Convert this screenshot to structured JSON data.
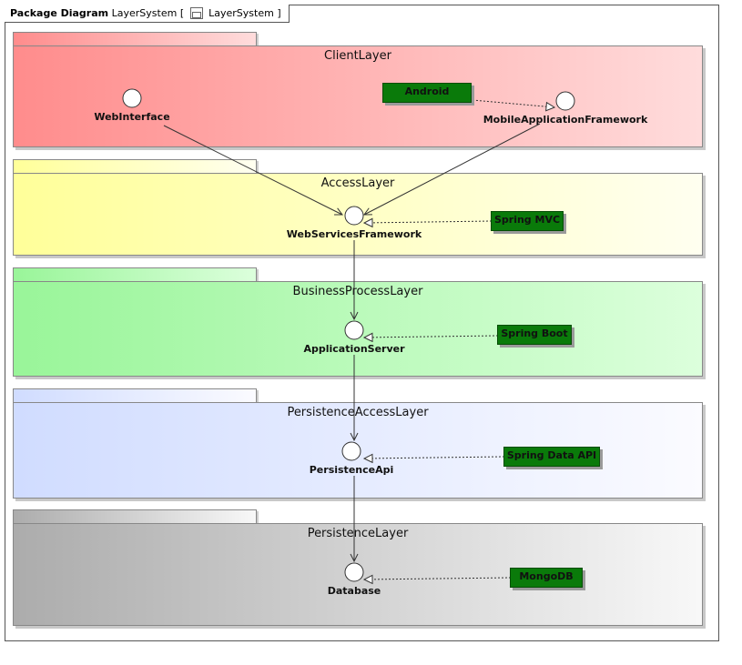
{
  "header": {
    "kind": "Package Diagram",
    "name": "LayerSystem",
    "ref_open": "[",
    "ref_name": "LayerSystem",
    "ref_close": "]"
  },
  "layers": [
    {
      "name": "ClientLayer",
      "from": "#ff8c8c",
      "to": "#ffdcdc"
    },
    {
      "name": "AccessLayer",
      "from": "#ffff99",
      "to": "#fffff0"
    },
    {
      "name": "BusinessProcessLayer",
      "from": "#99f599",
      "to": "#dcffdc"
    },
    {
      "name": "PersistenceAccessLayer",
      "from": "#d0dcff",
      "to": "#fbfbff"
    },
    {
      "name": "PersistenceLayer",
      "from": "#acacac",
      "to": "#f8f8f8"
    }
  ],
  "interfaces": {
    "web_interface": "WebInterface",
    "mobile_framework": "MobileApplicationFramework",
    "web_services": "WebServicesFramework",
    "app_server": "ApplicationServer",
    "persistence_api": "PersistenceApi",
    "database": "Database"
  },
  "technologies": {
    "android": "Android",
    "spring_mvc": "Spring MVC",
    "spring_boot": "Spring Boot",
    "spring_data": "Spring Data API",
    "mongodb": "MongoDB"
  },
  "colors": {
    "tech_fill": "#0a7a0a",
    "line": "#333333"
  }
}
